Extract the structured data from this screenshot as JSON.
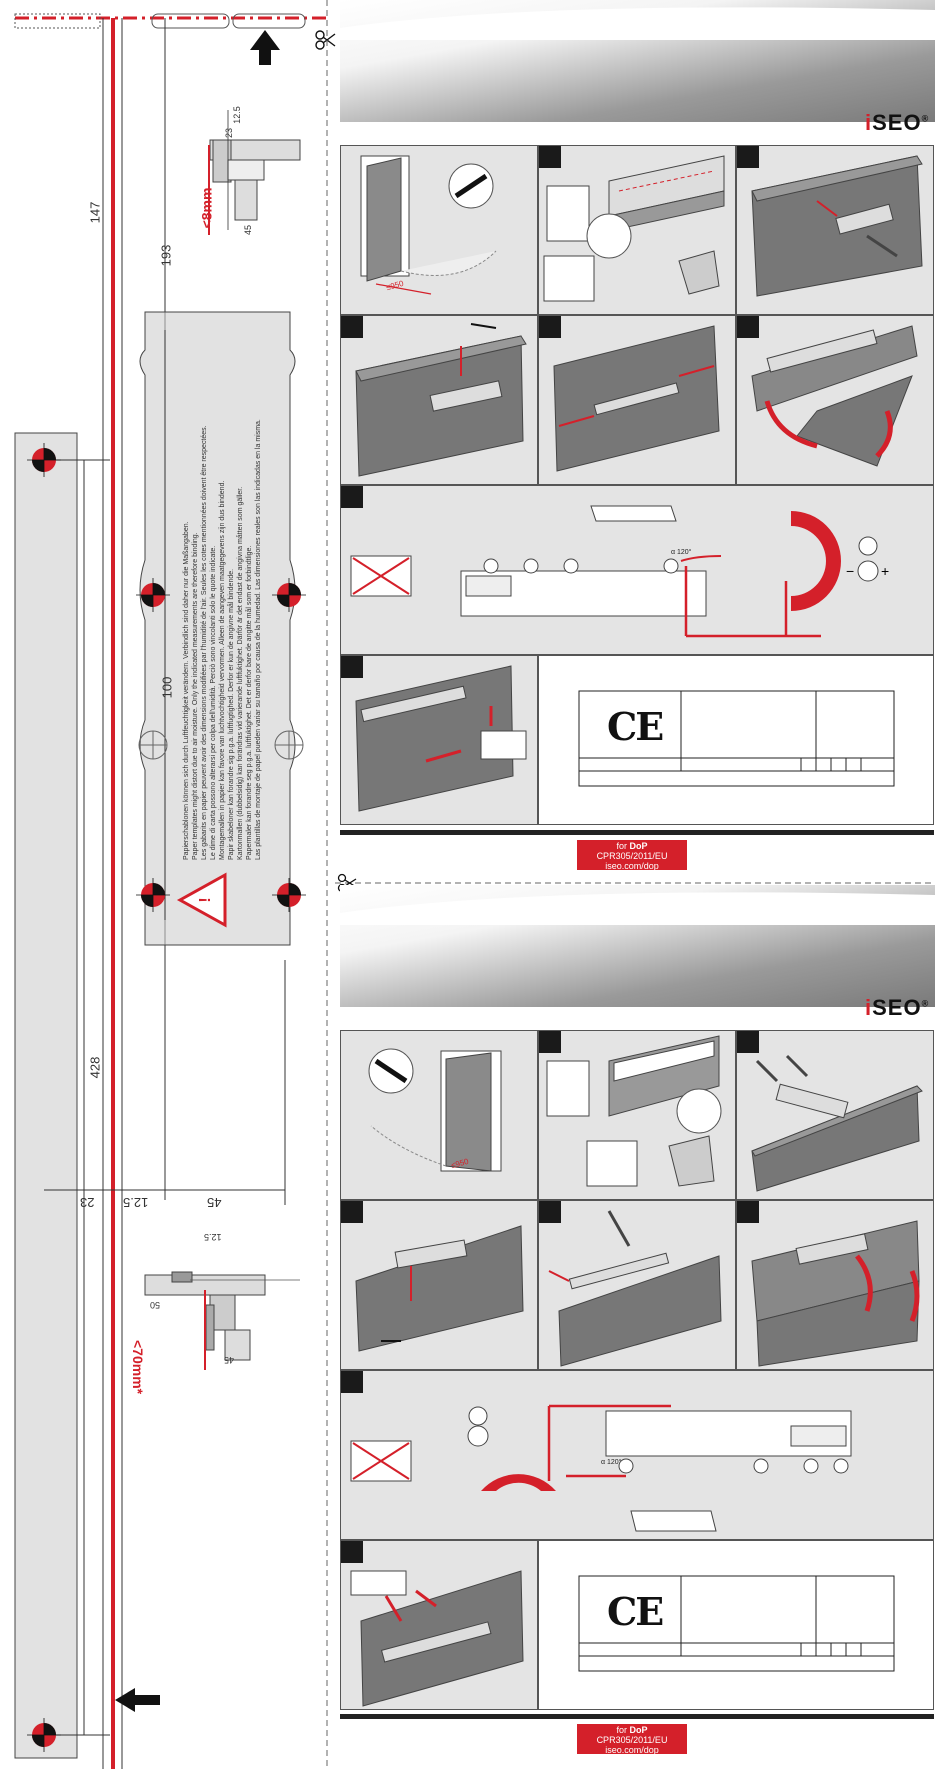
{
  "template": {
    "dimensions": {
      "d147": "147",
      "d193": "193",
      "d100": "100",
      "d428": "428",
      "d23": "23",
      "d12_5": "12.5",
      "d45": "45",
      "detail_12_5": "12.5",
      "detail_23": "23",
      "detail_45": "45",
      "detail_50": "50"
    },
    "labels": {
      "top_limit": "<8mm",
      "bottom_limit": "<70mm*"
    },
    "warning_lines": [
      "Papierschablonen können sich durch Luftfeuchtigkeit verändern. Verbindlich sind daher nur die Maßangaben.",
      "Paper templates might distort due to air moisture. Only the indicated measurements are therefore binding.",
      "Les gabarits en papier peuvent avoir des dimensions modifiées par l'humidité de l'air. Seules les cotes mentionnées doivent être respectées.",
      "Le dime di carta possono alterarsi per colpa dell'umidità. Perciò sono vincolanti solo le quote indicate.",
      "Montagemallen in papier kan favore van luchtvochtigheid vervormen. Alleen de aangeven maatgegevens zijn dus bindend.",
      "Papir skabeloner kan forandre sig p.g.a. luftfugtighed. Derfor er kun de angivne mål bindende.",
      "Kartonmallen (dubbelsidig) kan forändras vid varierande luftfuktighet. Därför är det endast de angivna måtten som gäller.",
      "Papermaler kan forandre seg p.g.a. luftfuktighet. Det er derfor bare de angitte mål som er forbindtlige.",
      "Las plantillas de montaje de papel pueden variar su tamaño por causa de la humedad. Las dimensiones reales son las indicadas en la misma."
    ]
  },
  "sections": [
    {
      "brand": "ISEO",
      "brand_prefix": "i",
      "brand_rest": "SEO",
      "registered": "®",
      "door_measure": "≤950",
      "angle_label": "α",
      "angle_value": "120°",
      "dop": {
        "line1": "for",
        "line1b": "DoP",
        "line2": "CPR305/2011/EU",
        "line3": "iseo.com/dop"
      }
    },
    {
      "brand": "ISEO",
      "brand_prefix": "i",
      "brand_rest": "SEO",
      "registered": "®",
      "door_measure": "≤950",
      "angle_label": "α",
      "angle_value": "120°",
      "dop": {
        "line1": "for",
        "line1b": "DoP",
        "line2": "CPR305/2011/EU",
        "line3": "iseo.com/dop"
      }
    }
  ],
  "colors": {
    "accent_red": "#d4202a",
    "panel_grey": "#e4e4e4",
    "template_grey": "#e2e2e2"
  },
  "icons": [
    "scissors-icon",
    "arrow-up-icon",
    "arrow-left-icon",
    "warning-icon",
    "target-mark-icon",
    "ce-mark",
    "drill-icon",
    "screw-icon",
    "hex-key-icon"
  ]
}
